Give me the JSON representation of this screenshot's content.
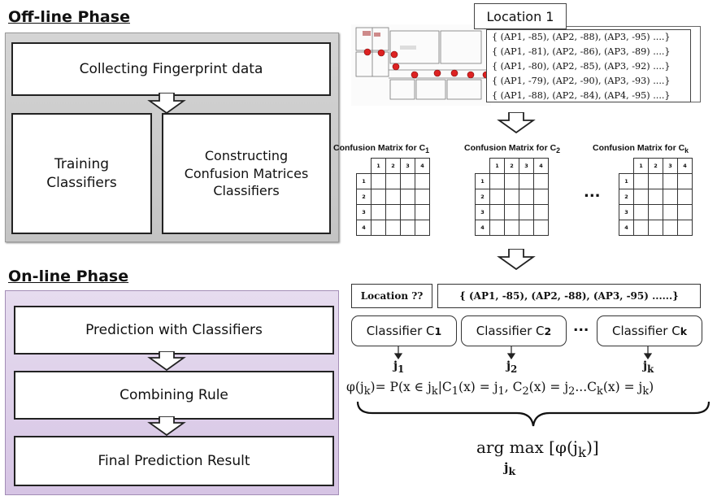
{
  "offline": {
    "title": "Off-line Phase",
    "collect": "Collecting Fingerprint data",
    "training": [
      "Training",
      "Classifiers"
    ],
    "constructing": [
      "Constructing",
      "Confusion Matrices",
      "Classifiers"
    ]
  },
  "online": {
    "title": "On-line Phase",
    "prediction": "Prediction with Classifiers",
    "combining": "Combining Rule",
    "final": "Final Prediction Result"
  },
  "location_label": "Location 1",
  "fingerprints": [
    "{ (AP1, -85), (AP2, -88), (AP3, -95) ....}",
    "{ (AP1, -81), (AP2, -86), (AP3, -89) ....}",
    "{ (AP1, -80), (AP2, -85), (AP3, -92) ....}",
    "{ (AP1, -79), (AP2, -90), (AP3, -93) ....}",
    "{ (AP1, -88), (AP2, -84), (AP4, -95) ....}"
  ],
  "confusion": {
    "prefix": "Confusion Matrix for C",
    "subs": [
      "1",
      "2",
      "k"
    ],
    "indices": [
      "1",
      "2",
      "3",
      "4"
    ],
    "ellipsis": "..."
  },
  "query": {
    "location": "Location ??",
    "fingerprint": "{ (AP1, -85), (AP2, -88), (AP3, -95) ......}"
  },
  "classifiers": [
    {
      "label": "Classifier C",
      "sub": "1",
      "out": "j",
      "out_sub": "1"
    },
    {
      "label": "Classifier C",
      "sub": "2",
      "out": "j",
      "out_sub": "2"
    },
    {
      "label": "Classifier C",
      "sub": "k",
      "out": "j",
      "out_sub": "k"
    }
  ],
  "classifier_ellipsis": "...",
  "formula": {
    "lhs": "φ(j",
    "lhs_sub": "k",
    "rhs": ")= P(x ∈ j",
    "rhs_tail": "|C",
    "text1": "(x) = j",
    "text2": ", C",
    "text3": "(x) = j",
    "text4": "...C",
    "text5": "(x) = j",
    "close": ")"
  },
  "argmax": {
    "top": "arg max [φ(j",
    "top_close": ")]",
    "below": "j"
  }
}
